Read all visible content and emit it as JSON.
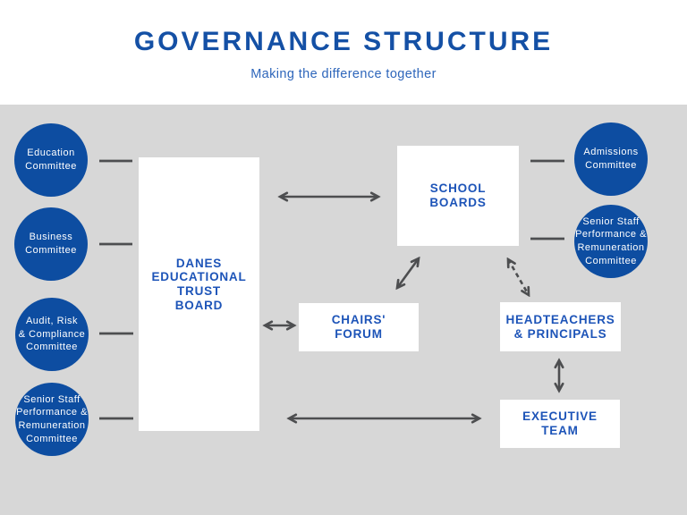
{
  "header": {
    "title": "GOVERNANCE STRUCTURE",
    "subtitle": "Making the difference together"
  },
  "colors": {
    "title_blue": "#1450a5",
    "subtitle_blue": "#2e66bb",
    "node_text_blue": "#1d54b8",
    "committee_circle_blue": "#0d4da1",
    "panel_gray": "#d7d7d7",
    "arrow_gray": "#4d4e50"
  },
  "diagram": {
    "boxes": [
      {
        "id": "trust-board",
        "lines": [
          "DANES",
          "EDUCATIONAL",
          "TRUST",
          "BOARD"
        ]
      },
      {
        "id": "school-boards",
        "lines": [
          "SCHOOL",
          "BOARDS"
        ]
      },
      {
        "id": "chairs-forum",
        "lines": [
          "CHAIRS'",
          "FORUM"
        ]
      },
      {
        "id": "headteachers-principals",
        "lines": [
          "HEADTEACHERS",
          "& PRINCIPALS"
        ]
      },
      {
        "id": "executive-team",
        "lines": [
          "EXECUTIVE",
          "TEAM"
        ]
      }
    ],
    "committees": [
      {
        "id": "education-committee",
        "lines": [
          "Education",
          "Committee"
        ]
      },
      {
        "id": "business-committee",
        "lines": [
          "Business",
          "Committee"
        ]
      },
      {
        "id": "audit-risk-compliance-committee",
        "lines": [
          "Audit, Risk",
          "& Compliance",
          "Committee"
        ]
      },
      {
        "id": "senior-staff-committee-left",
        "lines": [
          "Senior Staff",
          "Performance &",
          "Remuneration",
          "Committee"
        ]
      },
      {
        "id": "admissions-committee",
        "lines": [
          "Admissions",
          "Committee"
        ]
      },
      {
        "id": "senior-staff-committee-right",
        "lines": [
          "Senior Staff",
          "Performance &",
          "Remuneration",
          "Committee"
        ]
      }
    ],
    "edges": [
      {
        "from": "education-committee",
        "to": "trust-board",
        "style": "plain-line"
      },
      {
        "from": "business-committee",
        "to": "trust-board",
        "style": "plain-line"
      },
      {
        "from": "audit-risk-compliance-committee",
        "to": "trust-board",
        "style": "plain-line"
      },
      {
        "from": "senior-staff-committee-left",
        "to": "trust-board",
        "style": "plain-line"
      },
      {
        "from": "school-boards",
        "to": "admissions-committee",
        "style": "plain-line"
      },
      {
        "from": "school-boards",
        "to": "senior-staff-committee-right",
        "style": "plain-line"
      },
      {
        "from": "trust-board",
        "to": "school-boards",
        "style": "double-arrow-solid"
      },
      {
        "from": "trust-board",
        "to": "chairs-forum",
        "style": "double-arrow-solid"
      },
      {
        "from": "trust-board",
        "to": "executive-team",
        "style": "double-arrow-solid"
      },
      {
        "from": "chairs-forum",
        "to": "school-boards",
        "style": "double-arrow-solid"
      },
      {
        "from": "school-boards",
        "to": "headteachers-principals",
        "style": "double-arrow-dashed"
      },
      {
        "from": "headteachers-principals",
        "to": "executive-team",
        "style": "double-arrow-solid"
      }
    ]
  }
}
